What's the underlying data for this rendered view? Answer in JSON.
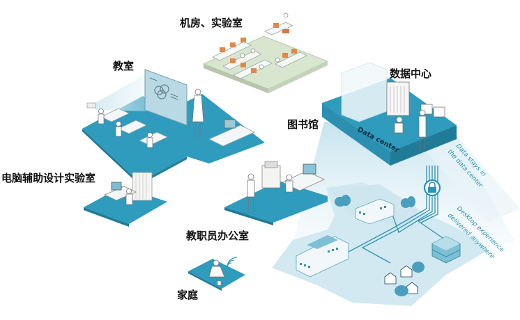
{
  "diagram": {
    "title_labels": {
      "computer_lab": "机房、实验室",
      "classroom": "教室",
      "data_center_cn": "数据中心",
      "library": "图书馆",
      "cad_lab": "电脑辅助设计实验室",
      "faculty_office": "教职员办公室",
      "home": "家庭"
    },
    "data_center_sign": "Data center",
    "annotations": {
      "data_stays_line1": "Data stays in",
      "data_stays_line2": "the data center",
      "desktop_line1": "Desktop experience",
      "desktop_line2": "delivered anywhere"
    },
    "icons": [
      "lock-icon",
      "wifi-signal-icon",
      "tree-icon",
      "building-icon",
      "house-icon",
      "server-icon"
    ],
    "colors": {
      "platform_blue": "#2f9bbd",
      "platform_dark": "#1f7b98",
      "lab_green": "#dfead6",
      "network_light": "#d8ecf3",
      "line_blue": "#2a93b6",
      "lab_orange": "#e0894a"
    }
  }
}
